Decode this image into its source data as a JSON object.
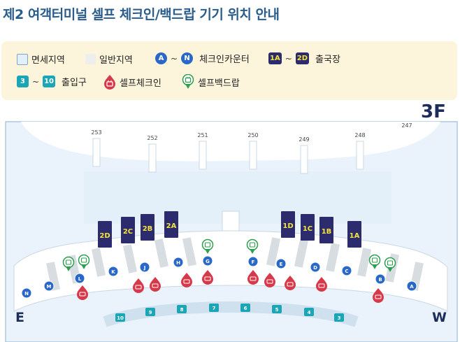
{
  "title": "제2 여객터미널 셀프 체크인/백드랍 기기 위치 안내",
  "floor": "3F",
  "legend": {
    "duty_free": "면세지역",
    "general": "일반지역",
    "checkin_counter": "체크인카운터",
    "checkin_from": "A",
    "checkin_to": "N",
    "departure_label": "출국장",
    "departure_from": "1A",
    "departure_to": "2D",
    "arrival_label": "출입구",
    "arrival_from": "3",
    "arrival_to": "10",
    "self_checkin": "셀프체크인",
    "self_bagdrop": "셀프백드랍",
    "tilde": "~"
  },
  "colors": {
    "counter": "#2968c8",
    "departure_bg": "#2b2b6e",
    "departure_text": "#f4e33a",
    "arrival": "#1aa6b5",
    "checkin_pin": "#d63a4a",
    "bagdrop_pin": "#2e9e50"
  },
  "map": {
    "west_label": "W",
    "east_label": "E",
    "gates": [
      "253",
      "252",
      "251",
      "250",
      "249",
      "248",
      "247"
    ],
    "counters": [
      "N",
      "M",
      "L",
      "K",
      "J",
      "H",
      "G",
      "F",
      "E",
      "D",
      "C",
      "B",
      "A"
    ],
    "departures": [
      "2D",
      "2C",
      "2B",
      "2A",
      "1D",
      "1C",
      "1B",
      "1A"
    ],
    "entrances": [
      "10",
      "9",
      "8",
      "7",
      "6",
      "5",
      "4",
      "3"
    ]
  }
}
